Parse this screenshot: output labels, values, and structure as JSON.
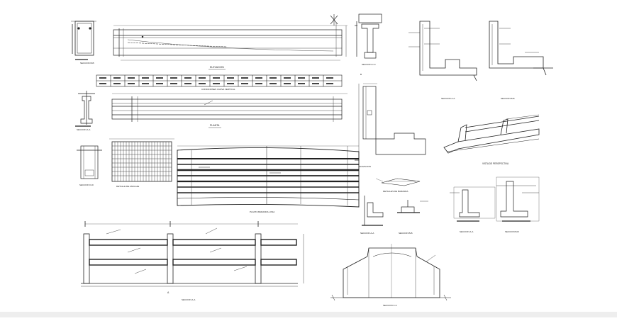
{
  "drawing": {
    "elevation_title": "ELEVACION",
    "plan_title": "PLANTA",
    "section_b_top": "SECCION B-B",
    "section_a": "SECCION A-A",
    "section_b": "SECCION B-B",
    "section_c": "SECCION C-C",
    "section_d": "SECCION D-D",
    "perspective_label": "VISTA DE PERSPECTIVA",
    "detail_label": "DETALLE DE ANCLAJE",
    "railing_detail": "DETALLES DE BARANDA",
    "plan_railing": "PLANTA BARANDA LOSA",
    "table_caption": "CONDICIONES CURVA VERTICAL",
    "elevation_tag": "ELEVACION",
    "section_letter_a": "A",
    "section_letter_b": "B"
  }
}
